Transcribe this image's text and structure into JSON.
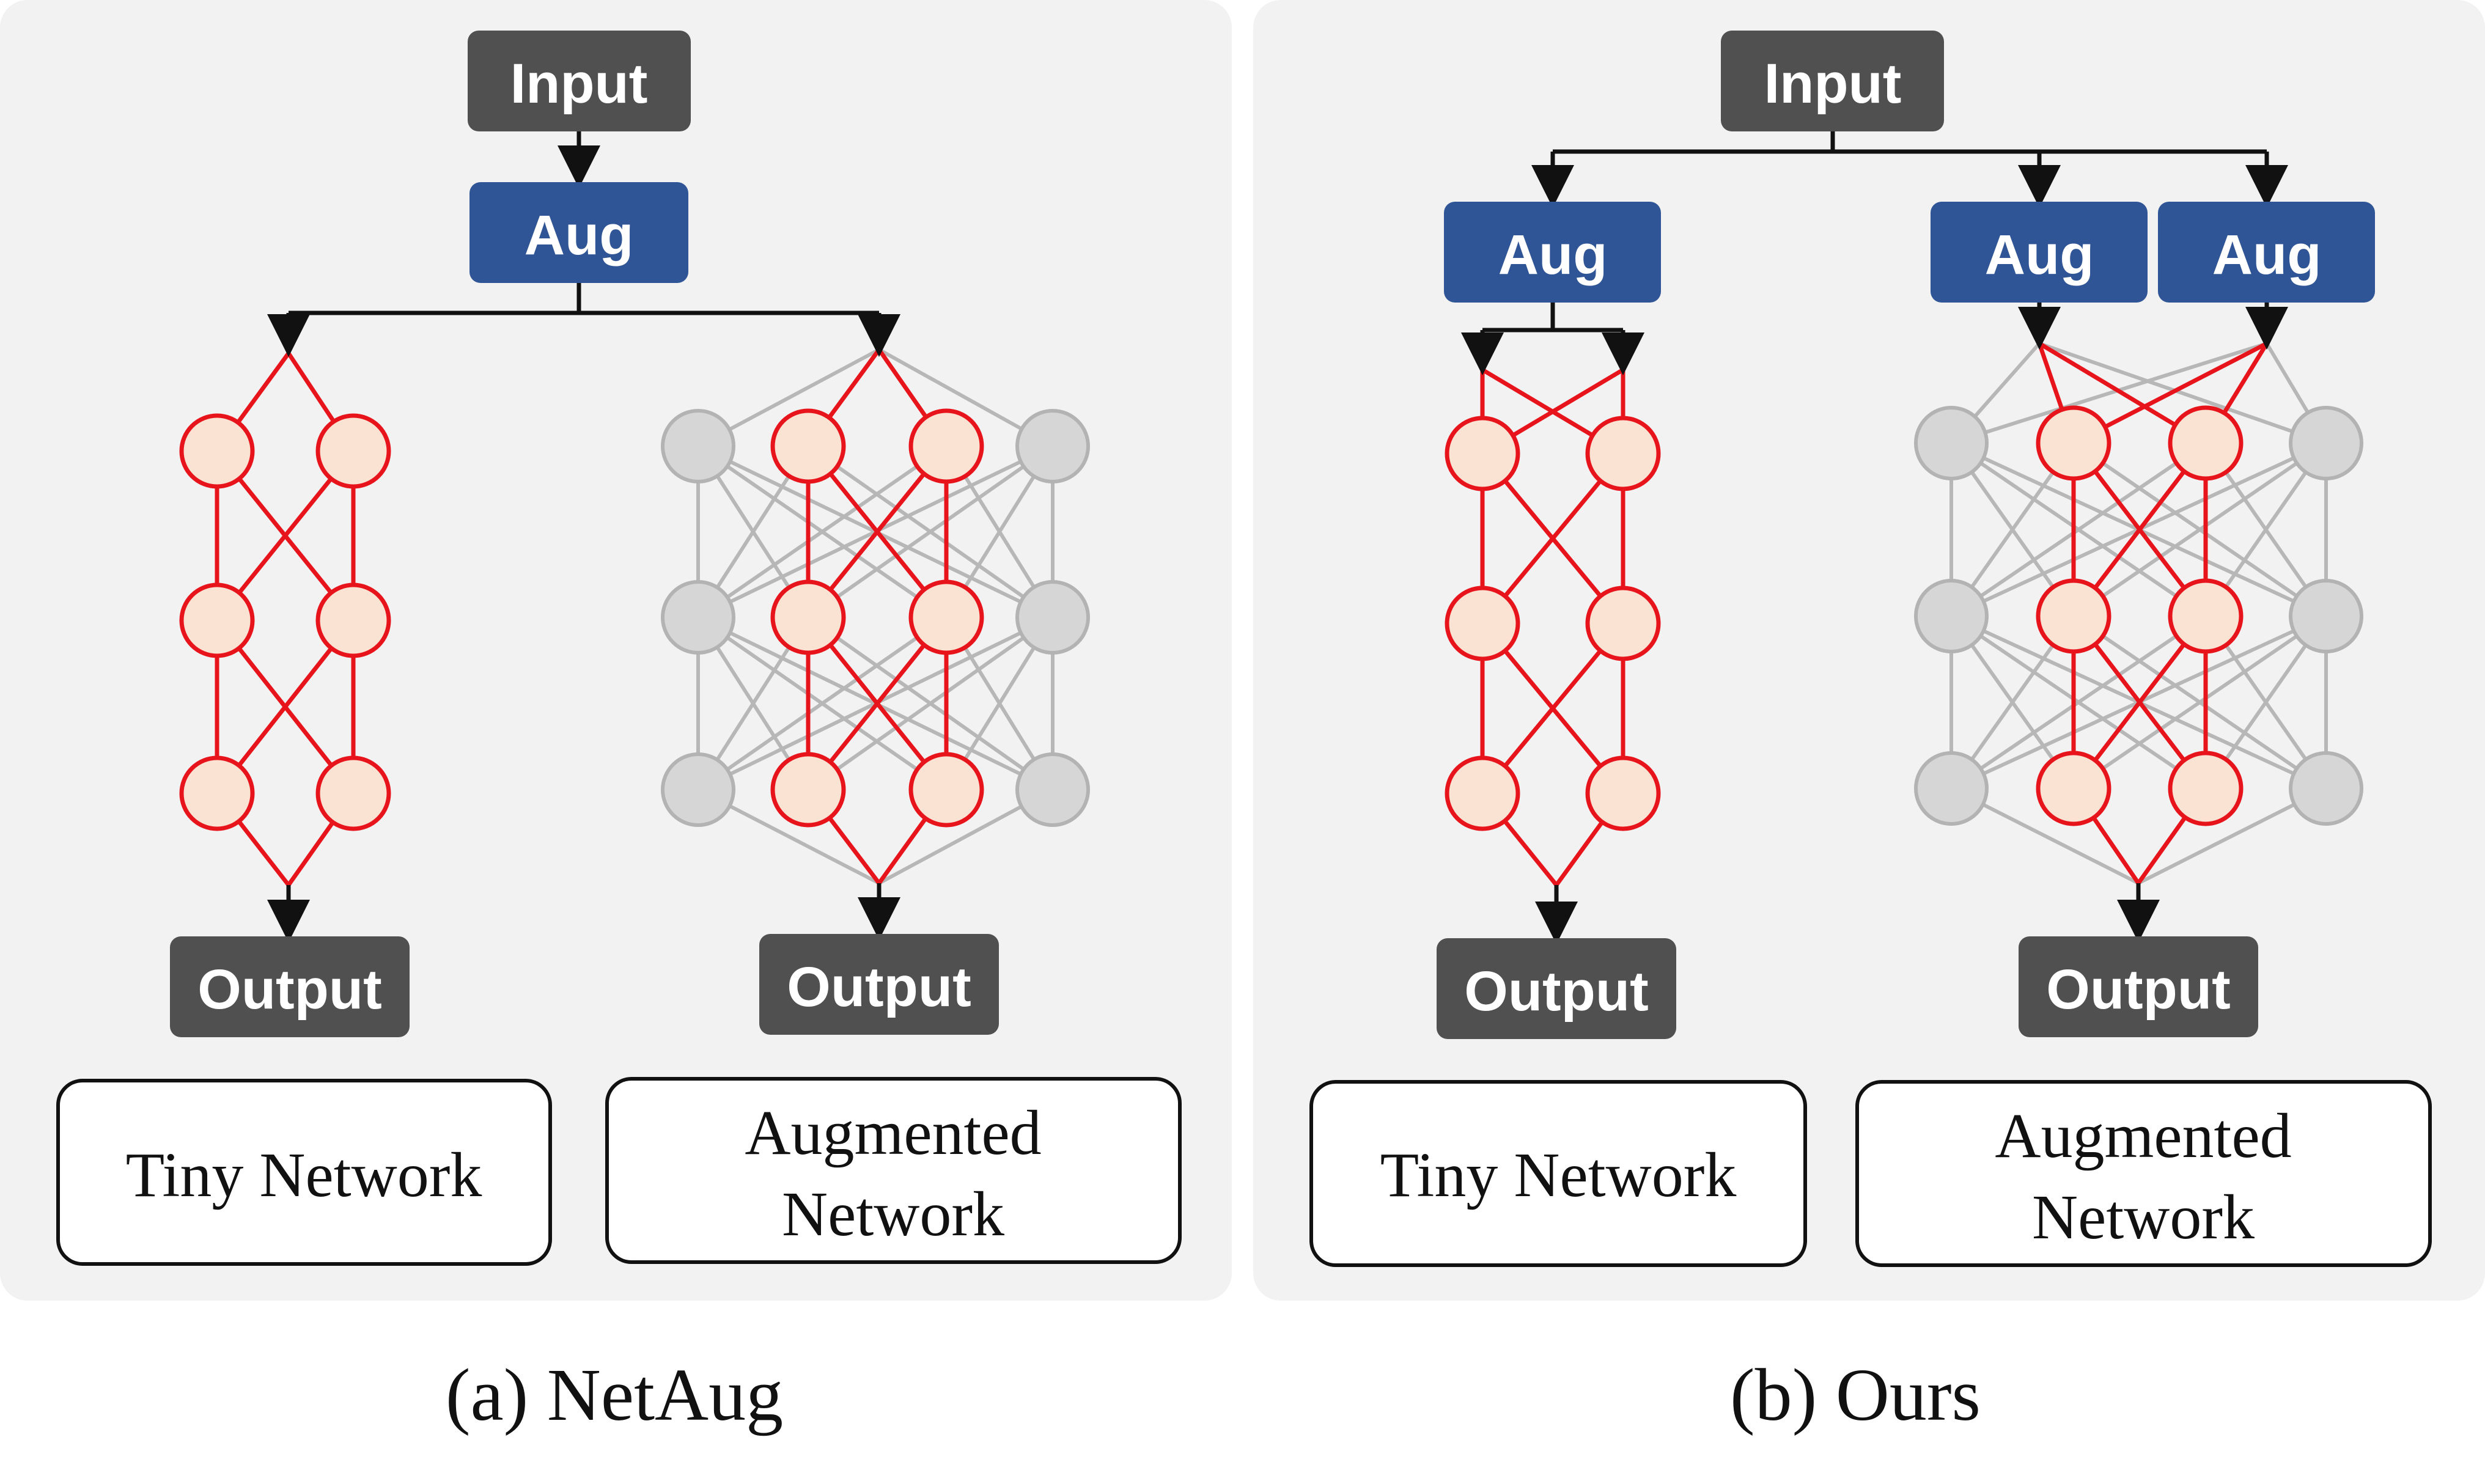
{
  "panel_a": {
    "input_label": "Input",
    "aug_label": "Aug",
    "tiny_output_label": "Output",
    "aug_output_label": "Output",
    "tiny_network_label": "Tiny Network",
    "augmented_network_label_line1": "Augmented",
    "augmented_network_label_line2": "Network",
    "caption": "(a) NetAug"
  },
  "panel_b": {
    "input_label": "Input",
    "tiny_aug_label": "Aug",
    "aug_left_label": "Aug",
    "aug_right_label": "Aug",
    "tiny_output_label": "Output",
    "aug_output_label": "Output",
    "tiny_network_label": "Tiny Network",
    "augmented_network_label_line1": "Augmented",
    "augmented_network_label_line2": "Network",
    "caption": "(b) Ours"
  },
  "colors": {
    "active_edge": "#e8141c",
    "active_node_fill": "#fbe3d4",
    "inactive": "#b7b7b7",
    "aug_box": "#2f5596",
    "io_box": "#505050",
    "panel_background": "#f2f2f2"
  }
}
